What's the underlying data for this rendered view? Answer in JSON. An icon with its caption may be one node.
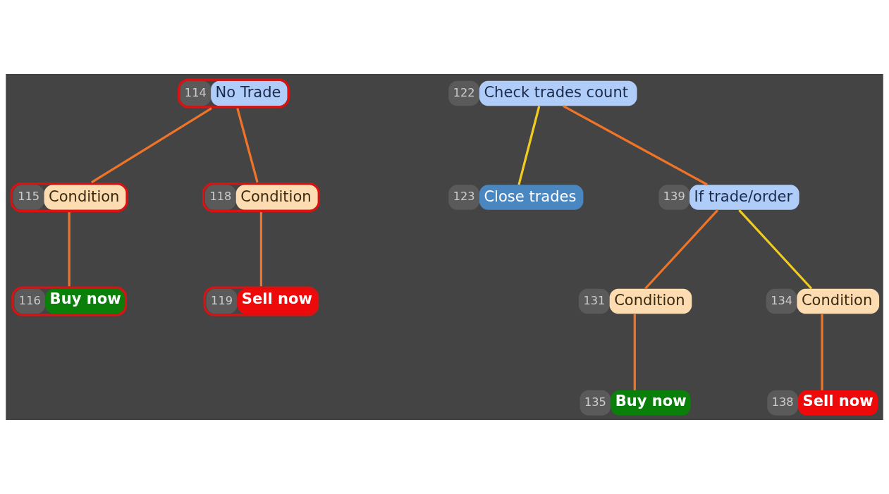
{
  "diagram": {
    "nodes": [
      {
        "text": [
          "114",
          "No Trade"
        ]
      },
      {
        "text": [
          "115",
          "Condition"
        ]
      },
      {
        "text": [
          "116",
          "Buy now"
        ]
      },
      {
        "text": [
          "118",
          "Condition"
        ]
      },
      {
        "text": [
          "119",
          "Sell now"
        ]
      },
      {
        "text": [
          "122",
          "Check trades count"
        ]
      },
      {
        "text": [
          "123",
          "Close trades"
        ]
      },
      {
        "text": [
          "139",
          "If trade/order"
        ]
      },
      {
        "text": [
          "131",
          "Condition"
        ]
      },
      {
        "text": [
          "135",
          "Buy now"
        ]
      },
      {
        "text": [
          "134",
          "Condition"
        ]
      },
      {
        "text": [
          "138",
          "Sell now"
        ]
      }
    ],
    "edges": [
      {
        "from": 0,
        "to": 1,
        "arrow": "none"
      },
      {
        "from": 0,
        "to": 3,
        "arrow": "none"
      },
      {
        "from": 1,
        "to": 2,
        "arrow": "none"
      },
      {
        "from": 3,
        "to": 4,
        "arrow": "none"
      },
      {
        "from": 5,
        "to": 7,
        "arrow": "none"
      },
      {
        "from": 5,
        "to": 6,
        "arrow": "none",
        "color": "#f0cc20"
      },
      {
        "from": 7,
        "to": 8,
        "arrow": "none"
      },
      {
        "from": 7,
        "to": 10,
        "arrow": "none",
        "color": "#f0cc20"
      },
      {
        "from": 8,
        "to": 9,
        "arrow": "none"
      },
      {
        "from": 10,
        "to": 11,
        "arrow": "none"
      }
    ]
  }
}
